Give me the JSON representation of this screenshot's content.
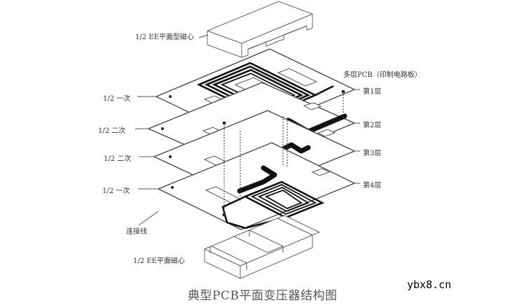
{
  "diagram": {
    "title": "典型PCB平面变压器结构图",
    "watermark": "ybx8.cn",
    "labels": {
      "top_core": "1/2 EE平面型磁心",
      "multilayer_pcb": "多层PCB（印制电路板）",
      "layer1": "第1层",
      "layer2": "第2层",
      "layer3": "第3层",
      "layer4": "第4层",
      "primary_top": "1/2 一次",
      "secondary_top": "1/2 二次",
      "secondary_bottom": "1/2 二次",
      "primary_bottom": "1/2 一次",
      "connection_line": "连接线",
      "bottom_core": "1/2 EE平面磁心"
    },
    "components": [
      {
        "id": "top-core",
        "type": "EE planar ferrite core half",
        "position": "top"
      },
      {
        "id": "layer-1",
        "winding": "1/2 primary",
        "trace": "spiral coil"
      },
      {
        "id": "layer-2",
        "winding": "1/2 secondary",
        "trace": "heavy L-shaped trace"
      },
      {
        "id": "layer-3",
        "winding": "1/2 secondary",
        "trace": "heavy L-shaped trace"
      },
      {
        "id": "layer-4",
        "winding": "1/2 primary",
        "trace": "spiral coil"
      },
      {
        "id": "bottom-core",
        "type": "EE planar ferrite core half",
        "position": "bottom"
      }
    ],
    "colors": {
      "background": "#ffffff",
      "line": "#444444",
      "trace": "#111111",
      "caption": "#555555"
    }
  }
}
